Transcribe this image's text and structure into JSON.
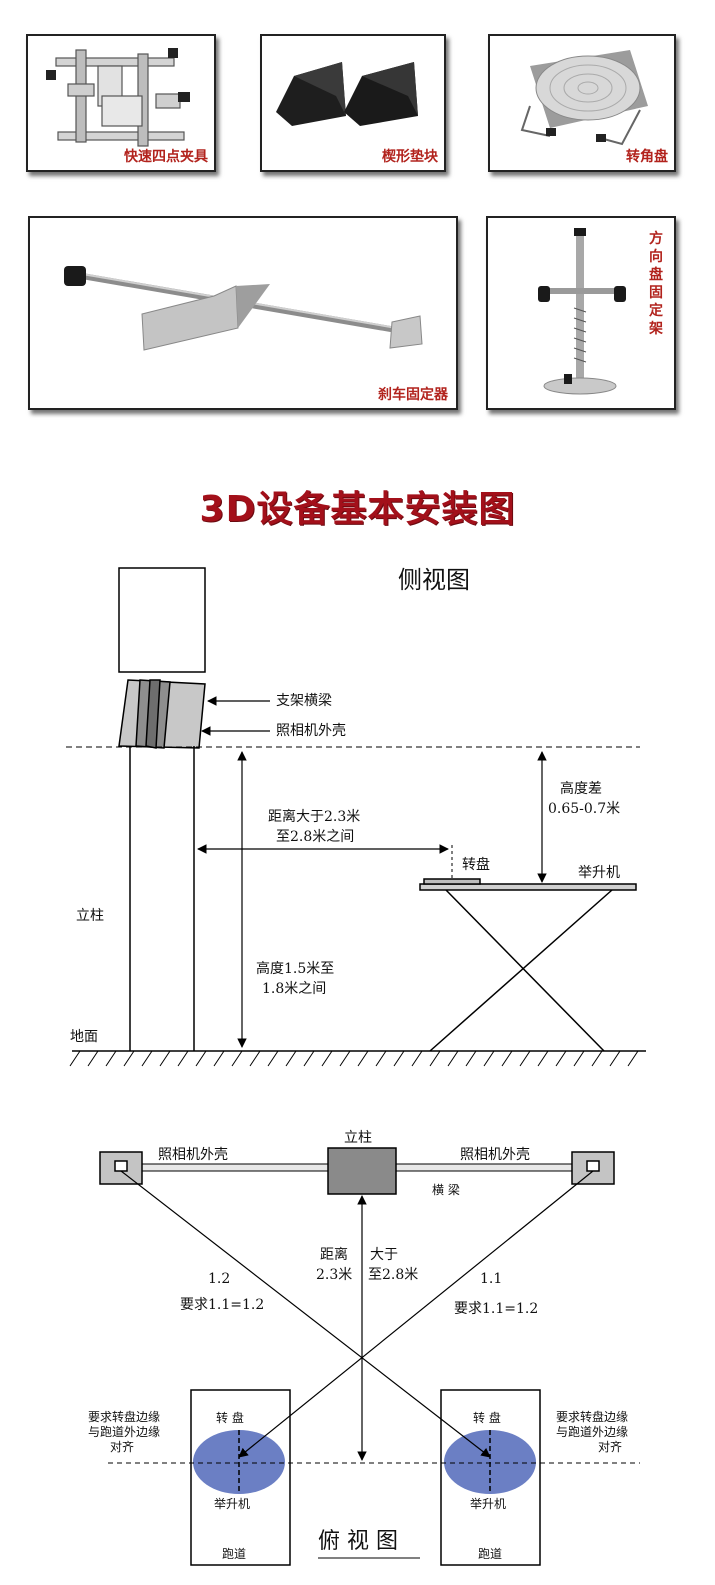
{
  "products": {
    "clamp": "快速四点夹具",
    "wedge": "楔形垫块",
    "turntable": "转角盘",
    "brake": "刹车固定器",
    "steering": "方向盘固定架"
  },
  "title": "3D设备基本安装图",
  "side_view": {
    "heading": "侧视图",
    "crossbeam": "支架横梁",
    "camera_housing": "照相机外壳",
    "height_diff_title": "高度差",
    "height_diff_value": "0.65-0.7米",
    "distance_line1": "距离大于2.3米",
    "distance_line2": "至2.8米之间",
    "turntable": "转盘",
    "lift": "举升机",
    "column": "立柱",
    "height_line1": "高度1.5米至",
    "height_line2": "1.8米之间",
    "ground": "地面"
  },
  "top_view": {
    "column": "立柱",
    "camera_left": "照相机外壳",
    "camera_right": "照相机外壳",
    "beam": "横 梁",
    "dist_a": "距离",
    "dist_b": "大于",
    "dist_c": "2.3米",
    "dist_d": "至2.8米",
    "left_num": "1.2",
    "left_req": "要求1.1=1.2",
    "right_num": "1.1",
    "right_req": "要求1.1=1.2",
    "left_note_1": "要求转盘边缘",
    "left_note_2": "与跑道外边缘",
    "left_note_3": "对齐",
    "right_note_1": "要求转盘边缘",
    "right_note_2": "与跑道外边缘",
    "right_note_3": "对齐",
    "turntable_left": "转 盘",
    "turntable_right": "转 盘",
    "lift_left": "举升机",
    "lift_right": "举升机",
    "runway_left": "跑道",
    "runway_right": "跑道",
    "heading": "俯 视 图"
  },
  "colors": {
    "title": "#a3101a",
    "caption": "#b2231d",
    "turntable_fill": "#6b7fc4"
  }
}
